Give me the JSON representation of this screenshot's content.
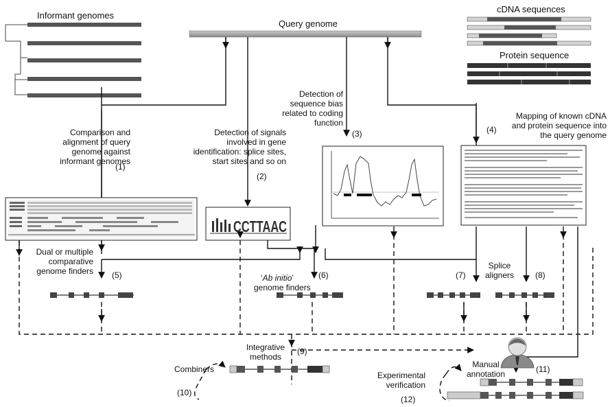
{
  "labels": {
    "informant_genomes": "Informant genomes",
    "query_genome": "Query genome",
    "cdna_sequences": "cDNA sequences",
    "protein_sequence": "Protein sequence",
    "comparison_line1": "Comparison and",
    "comparison_line2": "alignment of query",
    "comparison_line3": "genome against",
    "comparison_line4": "informant genomes",
    "step1": "(1)",
    "signals_line1": "Detection of signals",
    "signals_line2": "involved in gene",
    "signals_line3": "identification: splice sites,",
    "signals_line4": "start sites and so on",
    "step2": "(2)",
    "bias_line1": "Detection of",
    "bias_line2": "sequence bias",
    "bias_line3": "related to coding",
    "bias_line4": "function",
    "step3": "(3)",
    "mapping_line1": "Mapping of known cDNA",
    "mapping_line2": "and protein sequence into",
    "mapping_line3": "the query genome",
    "step4": "(4)",
    "dual_line1": "Dual or multiple",
    "dual_line2": "comparative",
    "dual_line3": "genome finders",
    "step5": "(5)",
    "abinitio_italic": "Ab initio",
    "abinitio_open": "‘",
    "abinitio_close": "’",
    "abinitio_line2": "genome finders",
    "step6": "(6)",
    "step7": "(7)",
    "splice_line1": "Splice",
    "splice_line2": "aligners",
    "step8": "(8)",
    "combiners": "Combiners",
    "step10": "(10)",
    "integrative_line1": "Integrative",
    "integrative_line2": "methods",
    "step9": "(9)",
    "experimental_line1": "Experimental",
    "experimental_line2": "verification",
    "step12": "(12)",
    "manual_line1": "Manual",
    "manual_line2": "annotation",
    "step11": "(11)"
  },
  "logo_letters": "CCTTAAC",
  "colors": {
    "line": "#111111",
    "bar_dark": "#3a3a3a",
    "bar_mid": "#8a8a8a",
    "bar_light": "#d4d4d4",
    "accent_gray": "#9a9a9a"
  }
}
